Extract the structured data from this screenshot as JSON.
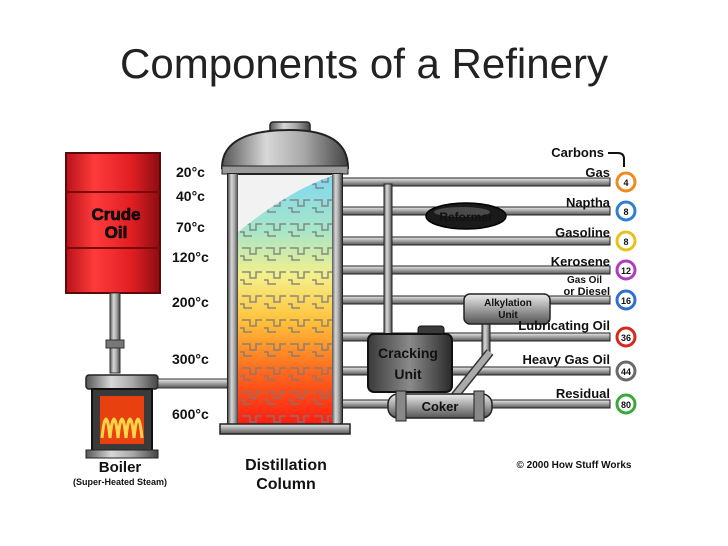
{
  "title": "Components of a Refinery",
  "diagram": {
    "crude_oil": "Crude Oil",
    "crude_oil_lines": [
      "Crude",
      "Oil"
    ],
    "temperatures": [
      "20°c",
      "40°c",
      "70°c",
      "120°c",
      "200°c",
      "300°c",
      "600°c"
    ],
    "boiler": "Boiler",
    "boiler_note": "(Super-Heated Steam)",
    "column": "Distillation Column",
    "column_lines": [
      "Distillation",
      "Column"
    ],
    "reformer": "Reformer",
    "alkylation": "Alkylation Unit",
    "alkylation_lines": [
      "Alkylation",
      "Unit"
    ],
    "cracking": "Cracking Unit",
    "cracking_lines": [
      "Cracking",
      "Unit"
    ],
    "coker": "Coker",
    "carbons_header": "Carbons",
    "products": [
      {
        "name": "Gas",
        "carbons": "4",
        "color": "#f08a1c"
      },
      {
        "name": "Naptha",
        "carbons": "8",
        "color": "#2f7fd0"
      },
      {
        "name": "Gasoline",
        "carbons": "8",
        "color": "#e8c21a"
      },
      {
        "name": "Kerosene",
        "carbons": "12",
        "color": "#b03ac0"
      },
      {
        "name": "Gas Oil or Diesel",
        "carbons": "16",
        "color": "#2f6fd0"
      },
      {
        "name": "Lubricating Oil",
        "carbons": "36",
        "color": "#d8281c"
      },
      {
        "name": "Heavy Gas Oil",
        "carbons": "44",
        "color": "#6a6a6a"
      },
      {
        "name": "Residual",
        "carbons": "80",
        "color": "#3aa83a"
      }
    ],
    "gas_oil_lines": [
      "Gas Oil",
      "or Diesel"
    ],
    "copyright": "© 2000 How Stuff Works"
  }
}
